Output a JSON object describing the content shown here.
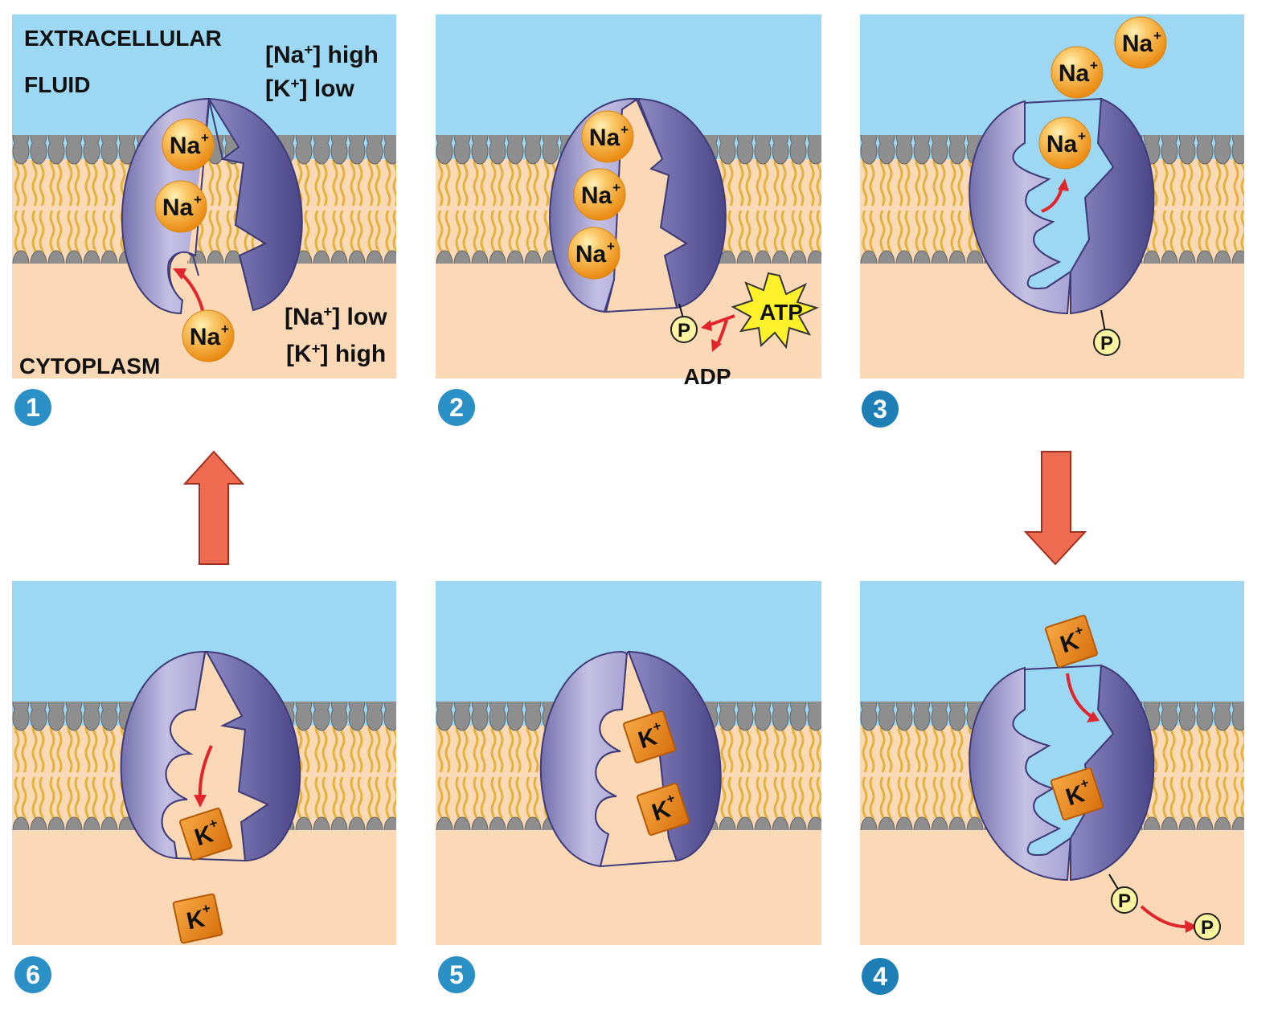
{
  "colors": {
    "extracellular": "#9cd8f3",
    "cytoplasm": "#fbd9b6",
    "protein_light": "#b7b2db",
    "protein_dark": "#5c5899",
    "lipid_head": "#8d8d8d",
    "lipid_tail": "#e2b33d",
    "sodium_ion": "#f3a230",
    "potassium_ion": "#e9881f",
    "phosphate": "#fcf4a0",
    "atp_burst": "#fff22a",
    "arrow_red": "#e0262c",
    "step_arrow": "#ee6b52",
    "step_badge": "#2a90c6"
  },
  "labels": {
    "extracellular_1": "EXTRACELLULAR",
    "extracellular_2": "FLUID",
    "cytoplasm": "CYTOPLASM",
    "na_high_el": "[Na",
    "na_high_sup": "+",
    "na_high_rest": "] high",
    "k_low_el": "[K",
    "k_low_sup": "+",
    "k_low_rest": "] low",
    "na_low_el": "[Na",
    "na_low_sup": "+",
    "na_low_rest": "] low",
    "k_high_el": "[K",
    "k_high_sup": "+",
    "k_high_rest": "] high",
    "atp": "ATP",
    "adp": "ADP",
    "phosphate": "P",
    "sodium": "Na",
    "potassium": "K",
    "plus": "+"
  },
  "steps": [
    {
      "number": "1"
    },
    {
      "number": "2"
    },
    {
      "number": "3"
    },
    {
      "number": "4"
    },
    {
      "number": "5"
    },
    {
      "number": "6"
    }
  ]
}
